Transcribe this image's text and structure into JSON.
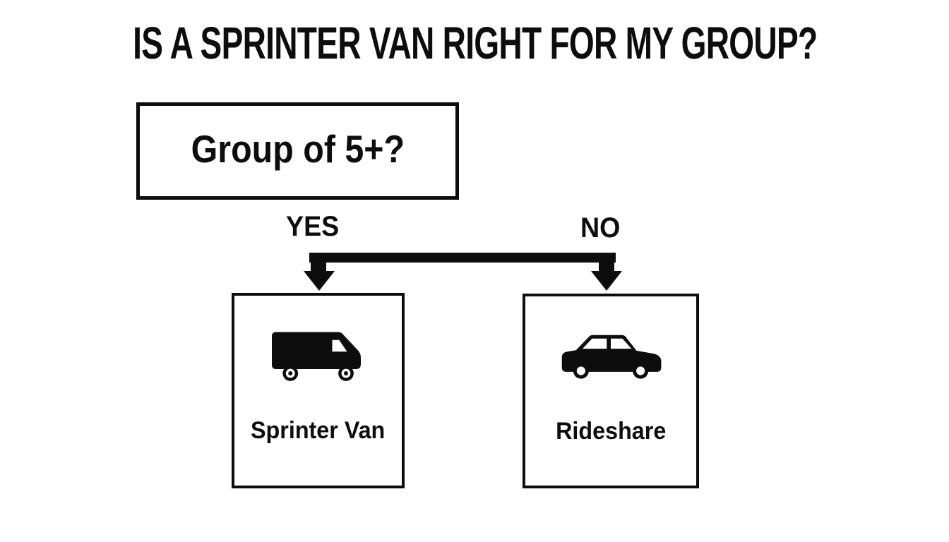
{
  "title": "IS A SPRINTER VAN RIGHT FOR MY GROUP?",
  "colors": {
    "ink": "#0d0d0d",
    "background": "#ffffff"
  },
  "flowchart": {
    "decision": {
      "label": "Group of 5+?"
    },
    "branches": [
      {
        "label": "YES",
        "outcome": "Sprinter Van",
        "icon": "van-icon"
      },
      {
        "label": "NO",
        "outcome": "Rideshare",
        "icon": "car-icon"
      }
    ]
  }
}
